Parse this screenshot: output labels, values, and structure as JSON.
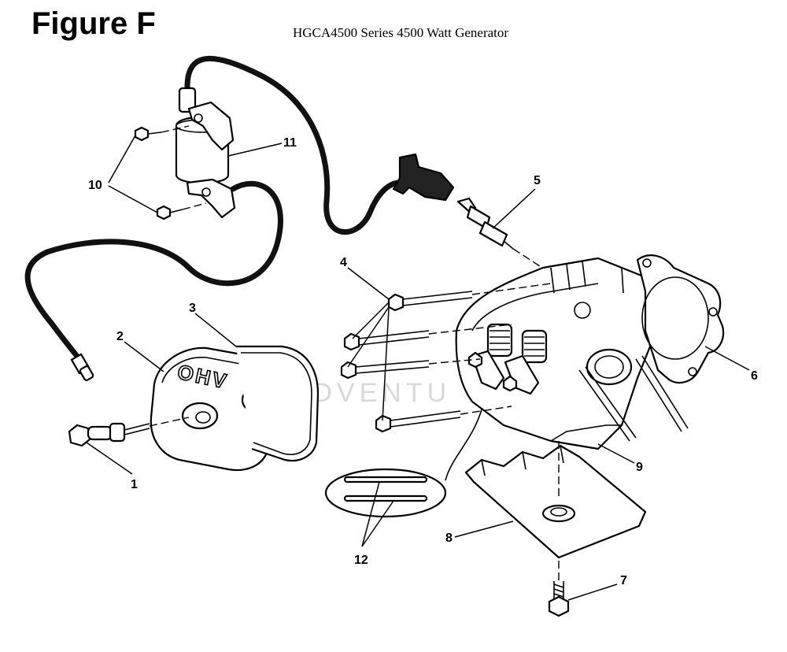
{
  "figure_label": "Figure F",
  "subtitle": "HGCA4500 Series 4500 Watt Generator",
  "watermark": "EADVENTU",
  "callouts": {
    "c1": "1",
    "c2": "2",
    "c3": "3",
    "c4": "4",
    "c5": "5",
    "c6": "6",
    "c7": "7",
    "c8": "8",
    "c9": "9",
    "c10": "10",
    "c11": "11",
    "c12": "12"
  },
  "cover_text": "OHV"
}
